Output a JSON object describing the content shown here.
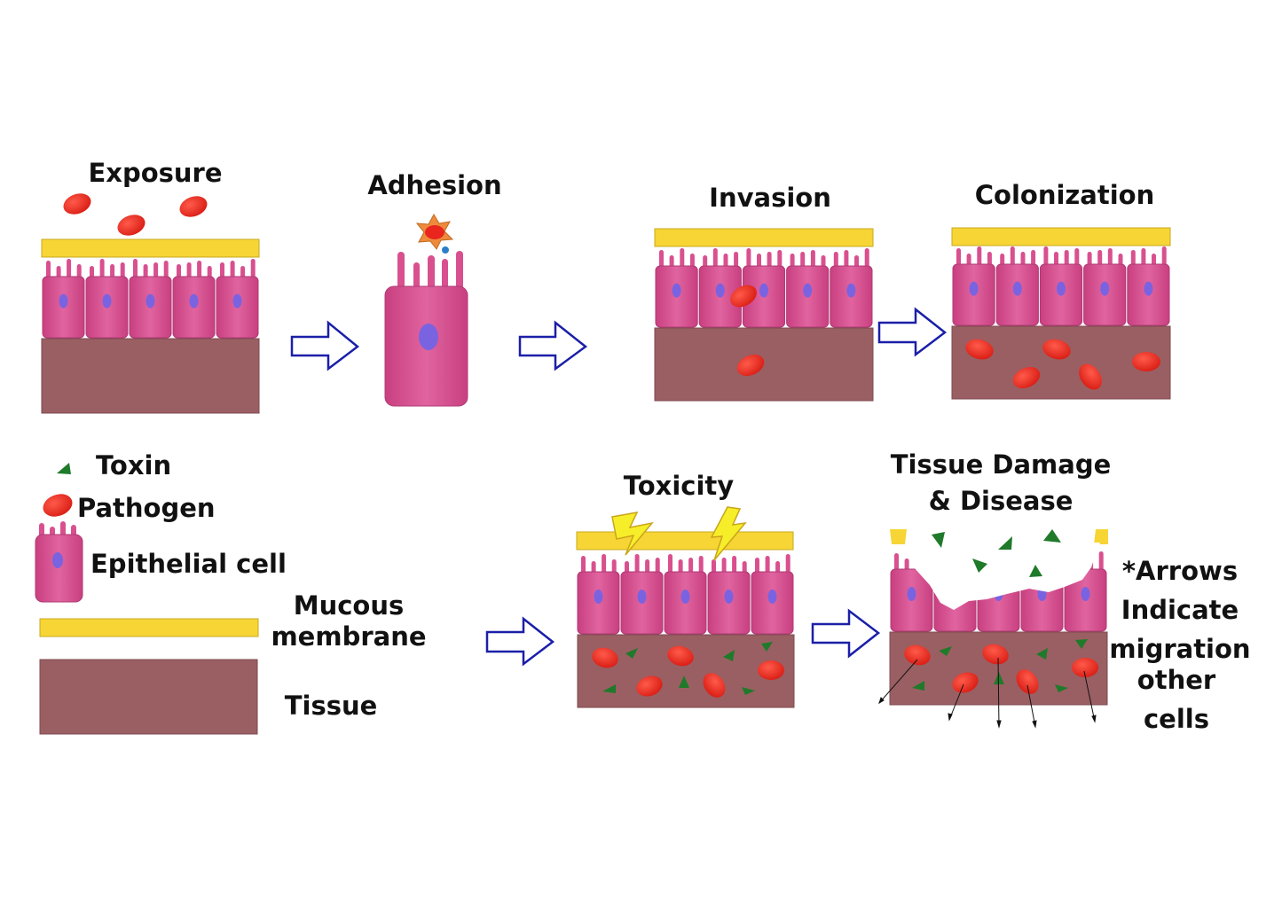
{
  "stages": {
    "exposure": "Exposure",
    "adhesion": "Adhesion",
    "invasion": "Invasion",
    "colonization": "Colonization",
    "toxicity": "Toxicity",
    "damage_line1": "Tissue Damage",
    "damage_line2": "& Disease"
  },
  "legend": {
    "toxin": "Toxin",
    "pathogen": "Pathogen",
    "epithelial": "Epithelial cell",
    "mucous_line1": "Mucous",
    "mucous_line2": "membrane",
    "tissue": "Tissue"
  },
  "note": {
    "line1": "*Arrows",
    "line2": "Indicate",
    "line3": "migration",
    "line4": "other",
    "line5": "cells"
  },
  "colors": {
    "mucus": "#f6d535",
    "cell": "#d9508f",
    "nucleus": "#7a63e0",
    "tissue": "#9a5f63",
    "pathogen": "#e8261e",
    "toxin": "#1f7a2a",
    "flow_arrow": "#1b1fa8",
    "lightning": "#f7ee2a"
  },
  "icons": {
    "process_arrow": "hollow-right-arrow-icon",
    "toxicity_mark": "lightning-bolt-icon",
    "migration_mark": "thin-arrow-icon"
  }
}
